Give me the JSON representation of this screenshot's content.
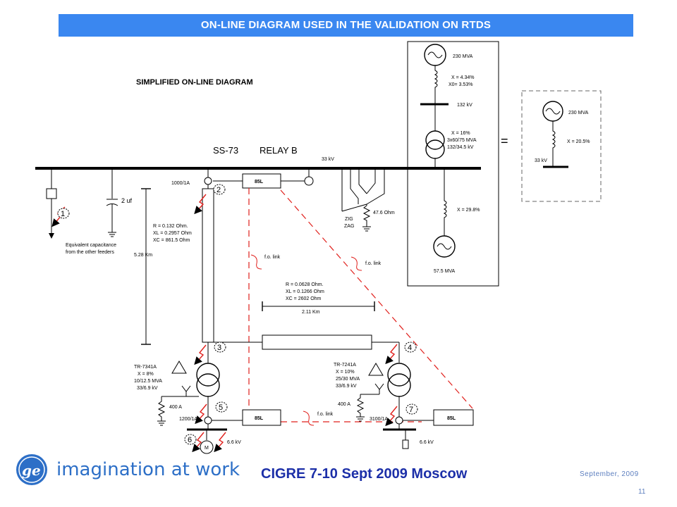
{
  "title": "ON-LINE DIAGRAM USED IN THE VALIDATION ON RTDS",
  "subtitle": "SIMPLIFIED ON-LINE DIAGRAM",
  "station": "SS-73",
  "relay": "RELAY B",
  "bus_voltage_33": "33 kV",
  "ct_top": "1000/1A",
  "relay_85l_label": "85L",
  "cap_label": "2 uf",
  "equiv_cap_line1": "Equivalent capacitance",
  "equiv_cap_line2": "from the other feeders",
  "line1": {
    "r": "R = 0.132 Ohm.",
    "xl": "XL = 0.2957 Ohm",
    "xc": "XC = 861.5 Ohm",
    "length": "5.28 Km"
  },
  "line2": {
    "r": "R = 0.0628 Ohm.",
    "xl": "XL = 0.1266 Ohm",
    "xc": "XC = 2602 Ohm",
    "length": "2.11 Km"
  },
  "fo_link": "f.o. link",
  "zigzag": {
    "line1": "ZIG",
    "line2": "ZAG",
    "res": "47.6 Ohm"
  },
  "source": {
    "mva": "230 MVA",
    "x": "X = 4.34%",
    "x0": "X0= 3.53%",
    "v132": "132 kV",
    "tx_x": "X = 16%",
    "tx_mva": "3x60/75 MVA",
    "tx_kv": "132/34.5 kV",
    "x2": "X = 29.8%",
    "gen_mva": "57.5 MVA"
  },
  "equals": "=",
  "equiv": {
    "mva": "230 MVA",
    "x": "X = 20.5%",
    "kv": "33 kV"
  },
  "tr7341": {
    "name": "TR-7341A",
    "x": "X = 8%",
    "mva": "10/12.5 MVA",
    "kv": "33/6.9 kV",
    "ground": "400 A",
    "ct": "1200/1A"
  },
  "tr7241": {
    "name": "TR-7241A",
    "x": "X = 10%",
    "mva": "25/30 MVA",
    "kv": "33/6.9 kV",
    "ground": "400 A",
    "ct": "3100/1A"
  },
  "v66": "6.6 kV",
  "motor": "M",
  "faults": [
    "1",
    "2",
    "3",
    "4",
    "5",
    "6",
    "7"
  ],
  "footer": {
    "slogan": "imagination at work",
    "conference": "CIGRE 7-10 Sept 2009 Moscow",
    "date": "September, 2009",
    "page": "11"
  },
  "colors": {
    "title_bg": "#3a87f0",
    "fault": "#e0201c",
    "fo_link": "#e0201c"
  }
}
